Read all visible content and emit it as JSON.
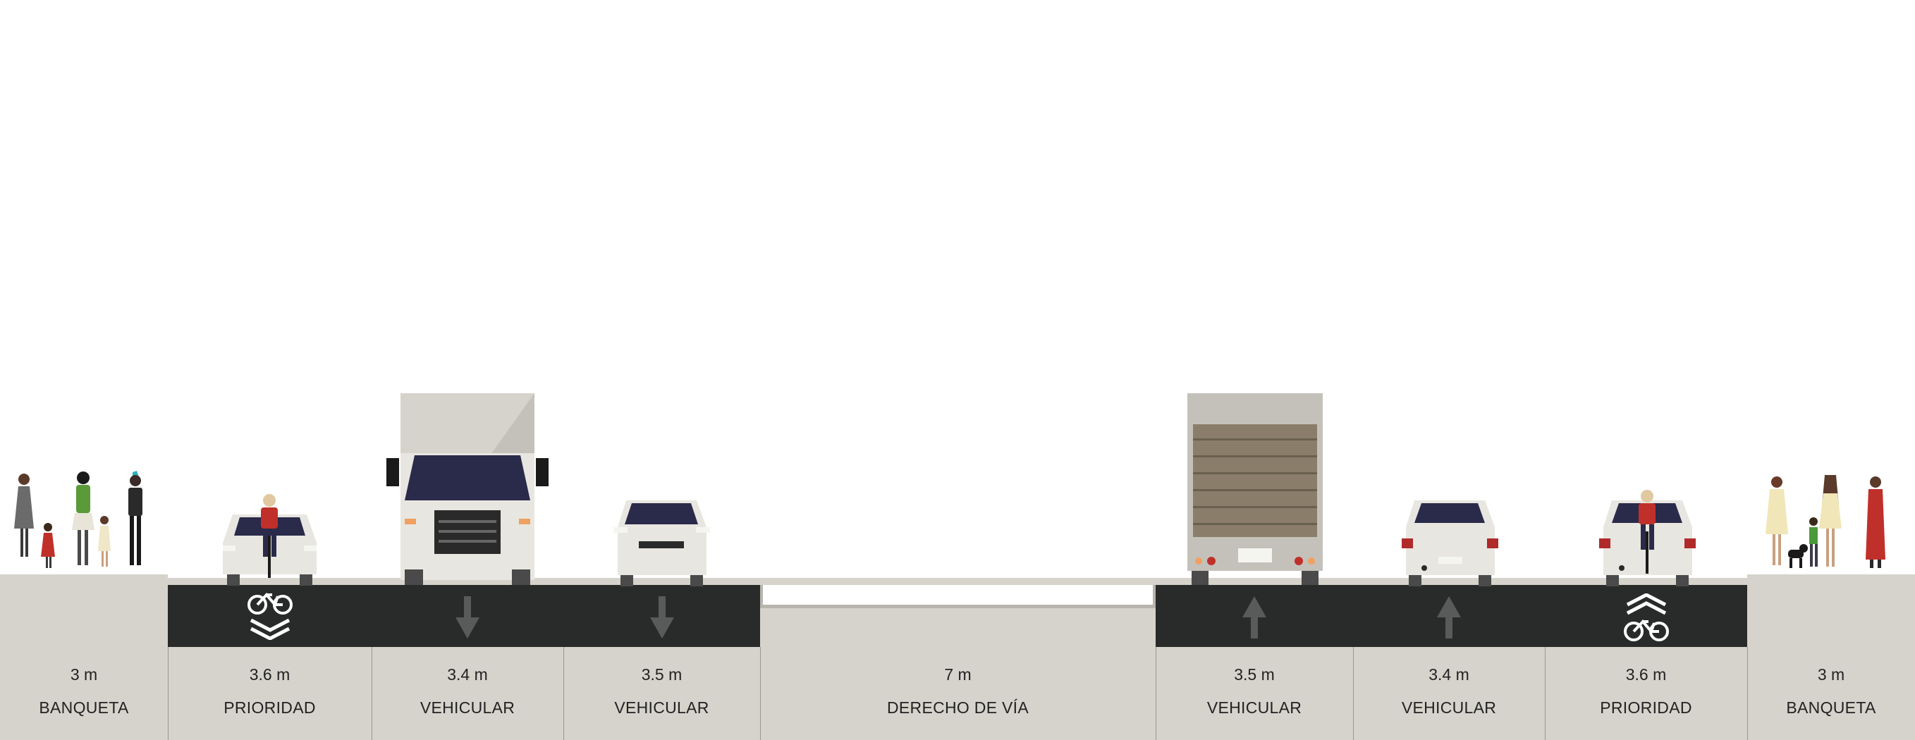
{
  "segments": [
    {
      "id": "banqueta-left",
      "width": "3 m",
      "label": "BANQUETA"
    },
    {
      "id": "prioridad-left",
      "width": "3.6 m",
      "label": "PRIORIDAD"
    },
    {
      "id": "vehicular-1",
      "width": "3.4 m",
      "label": "VEHICULAR"
    },
    {
      "id": "vehicular-2",
      "width": "3.5 m",
      "label": "VEHICULAR"
    },
    {
      "id": "derecho-de-via",
      "width": "7 m",
      "label": "DERECHO DE VÍA"
    },
    {
      "id": "vehicular-3",
      "width": "3.5 m",
      "label": "VEHICULAR"
    },
    {
      "id": "vehicular-4",
      "width": "3.4 m",
      "label": "VEHICULAR"
    },
    {
      "id": "prioridad-right",
      "width": "3.6 m",
      "label": "PRIORIDAD"
    },
    {
      "id": "banqueta-right",
      "width": "3 m",
      "label": "BANQUETA"
    }
  ],
  "lane_markings": [
    {
      "lane": "prioridad-left",
      "icon": "bike-priority-icon",
      "direction": "down"
    },
    {
      "lane": "vehicular-1",
      "icon": "arrow-down-icon",
      "direction": "down"
    },
    {
      "lane": "vehicular-2",
      "icon": "arrow-down-icon",
      "direction": "down"
    },
    {
      "lane": "vehicular-3",
      "icon": "arrow-up-icon",
      "direction": "up"
    },
    {
      "lane": "vehicular-4",
      "icon": "arrow-up-icon",
      "direction": "up"
    },
    {
      "lane": "prioridad-right",
      "icon": "bike-priority-icon",
      "direction": "up"
    }
  ],
  "colors": {
    "asphalt": "#292b2a",
    "sidewalk": "#d6d3cc",
    "arrow": "#595b5a",
    "marking": "#ffffff",
    "car_body": "#e8e6e0",
    "windshield": "#2a2a4a",
    "cyclist_jacket": "#c0302a"
  }
}
